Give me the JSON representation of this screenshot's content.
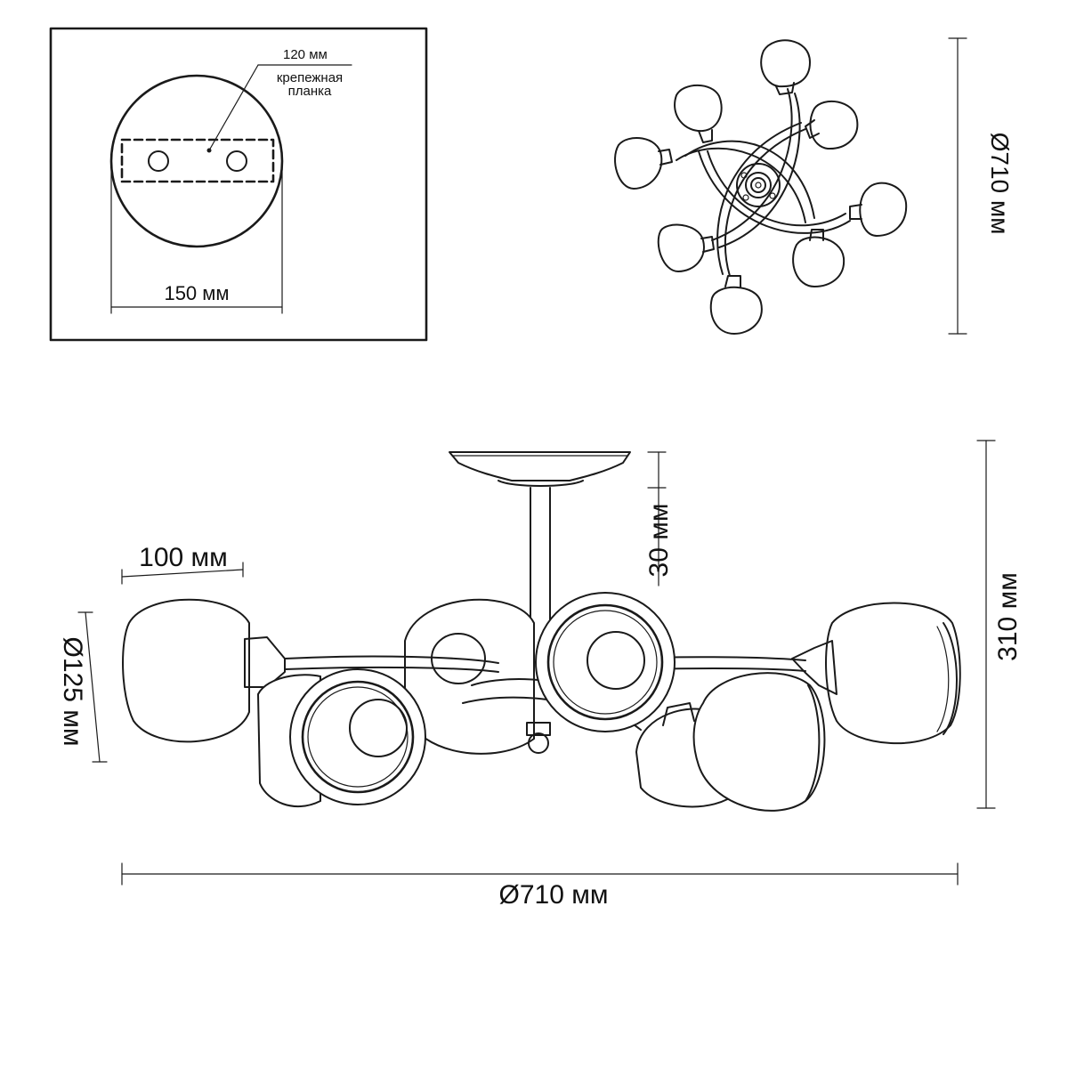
{
  "mounting_plate": {
    "bar_width": "120 мм",
    "bar_label_line1": "крепежная",
    "bar_label_line2": "планка",
    "plate_diameter": "150 мм"
  },
  "top_view": {
    "diameter": "Ø710 мм"
  },
  "side_view": {
    "shade_width": "100 мм",
    "shade_diameter": "Ø125 мм",
    "canopy_height": "30 мм",
    "total_height": "310 мм",
    "total_diameter": "Ø710 мм"
  }
}
